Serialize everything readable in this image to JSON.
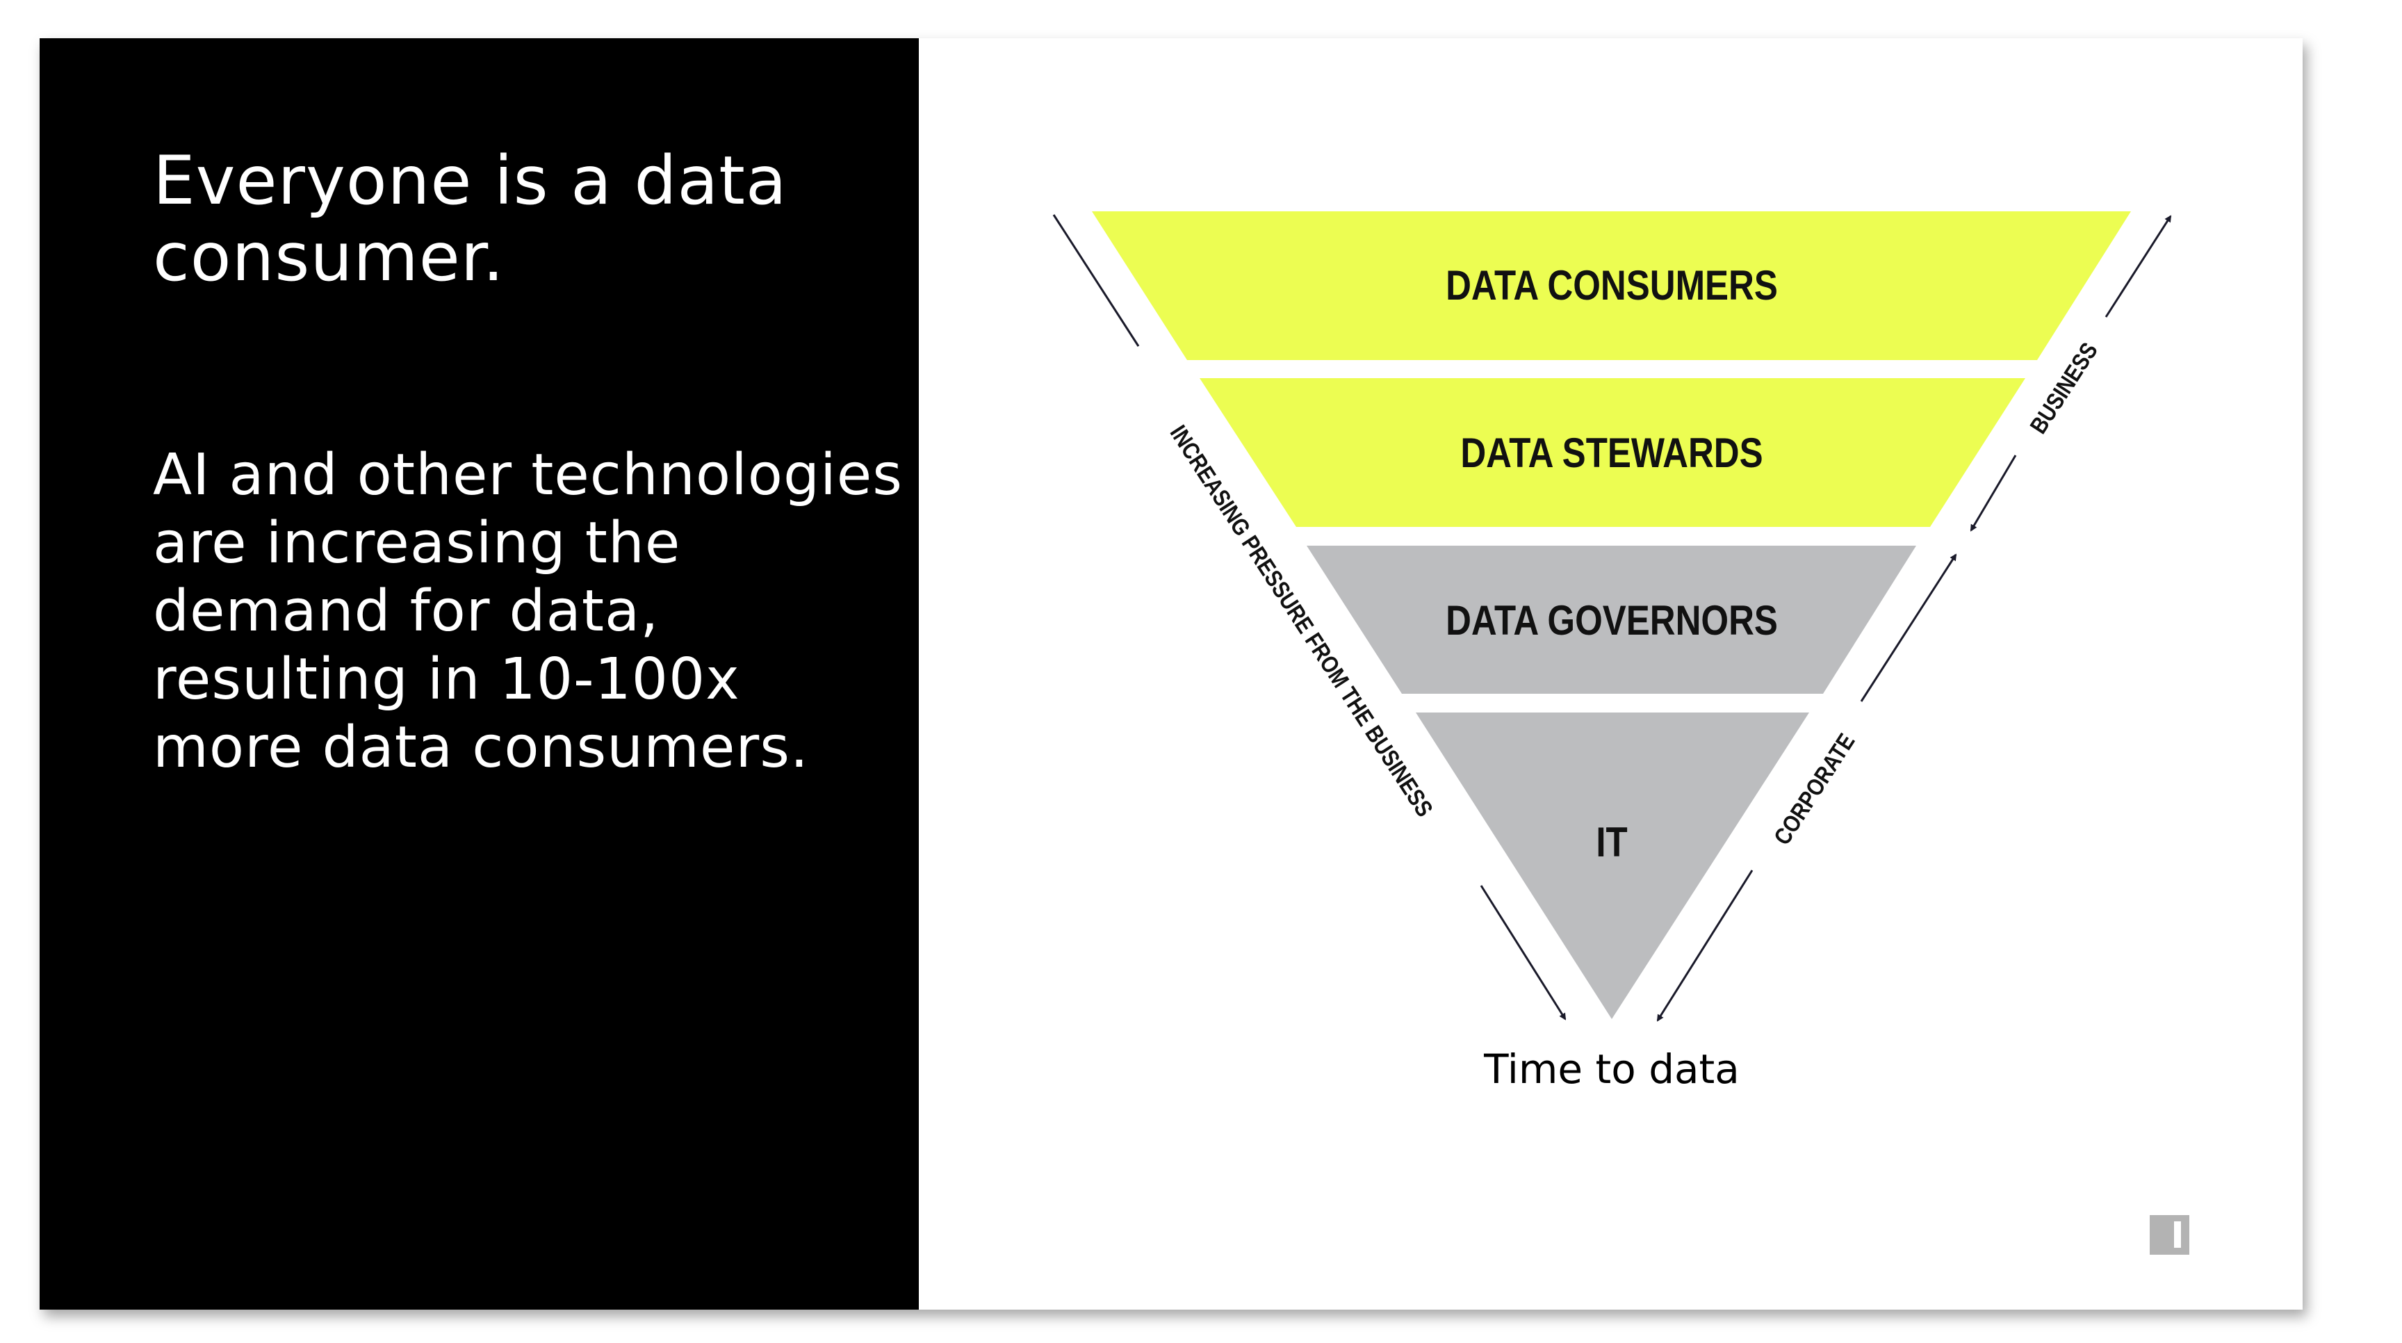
{
  "slide": {
    "title": "Everyone is a data consumer.",
    "body": "AI and other technologies are increasing the demand for data, resulting in 10-100x more data consumers."
  },
  "diagram": {
    "layers": [
      {
        "label": "DATA CONSUMERS",
        "color": "#ecfd52"
      },
      {
        "label": "DATA STEWARDS",
        "color": "#ecfd52"
      },
      {
        "label": "DATA GOVERNORS",
        "color": "#bcbdbf"
      },
      {
        "label": "IT",
        "color": "#bcbdbf"
      }
    ],
    "left_arrow_label": "INCREASING PRESSURE FROM THE BUSINESS",
    "right_top_label": "BUSINESS",
    "right_bottom_label": "CORPORATE",
    "bottom_label": "Time to data"
  },
  "logo": {
    "icon": "brand-logo-icon",
    "color": "#b3b3b3"
  }
}
